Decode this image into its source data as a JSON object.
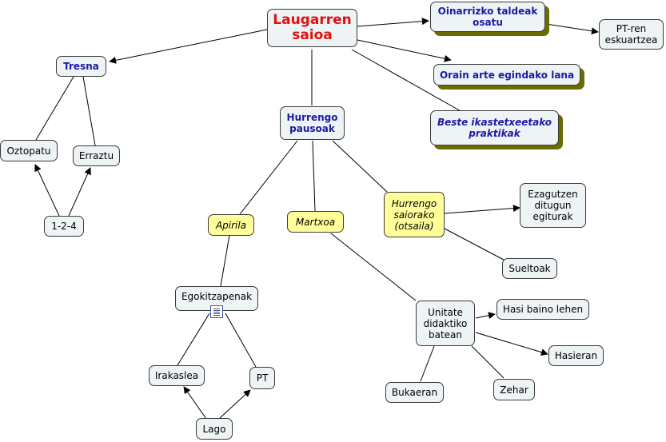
{
  "nodes": {
    "root": "Laugarren\nsaioa",
    "oinarrizko": "Oinarrizko taldeak\nosatu",
    "pt_eskuartzea": "PT-ren\neskuartzea",
    "orain_arte": "Orain arte egindako lana",
    "beste": "Beste ikastetxeetako\npraktikak",
    "tresna": "Tresna",
    "oztopatu": "Oztopatu",
    "erraztu": "Erraztu",
    "one_two_four": "1-2-4",
    "hurrengo_pausoak": "Hurrengo\npausoak",
    "apirila": "Apirila",
    "martxoa": "Martxoa",
    "hurrengo_saiorako": "Hurrengo\nsaiorako\n(otsaila)",
    "ezagutzen": "Ezagutzen\nditugun\negiturak",
    "sueltoak": "Sueltoak",
    "egokitzapenak": "Egokitzapenak",
    "irakaslea": "Irakaslea",
    "pt": "PT",
    "lago": "Lago",
    "unitate": "Unitate\ndidaktiko\nbatean",
    "hasi_baino": "Hasi baino lehen",
    "hasieran": "Hasieran",
    "bukaeran": "Bukaeran",
    "zehar": "Zehar"
  }
}
